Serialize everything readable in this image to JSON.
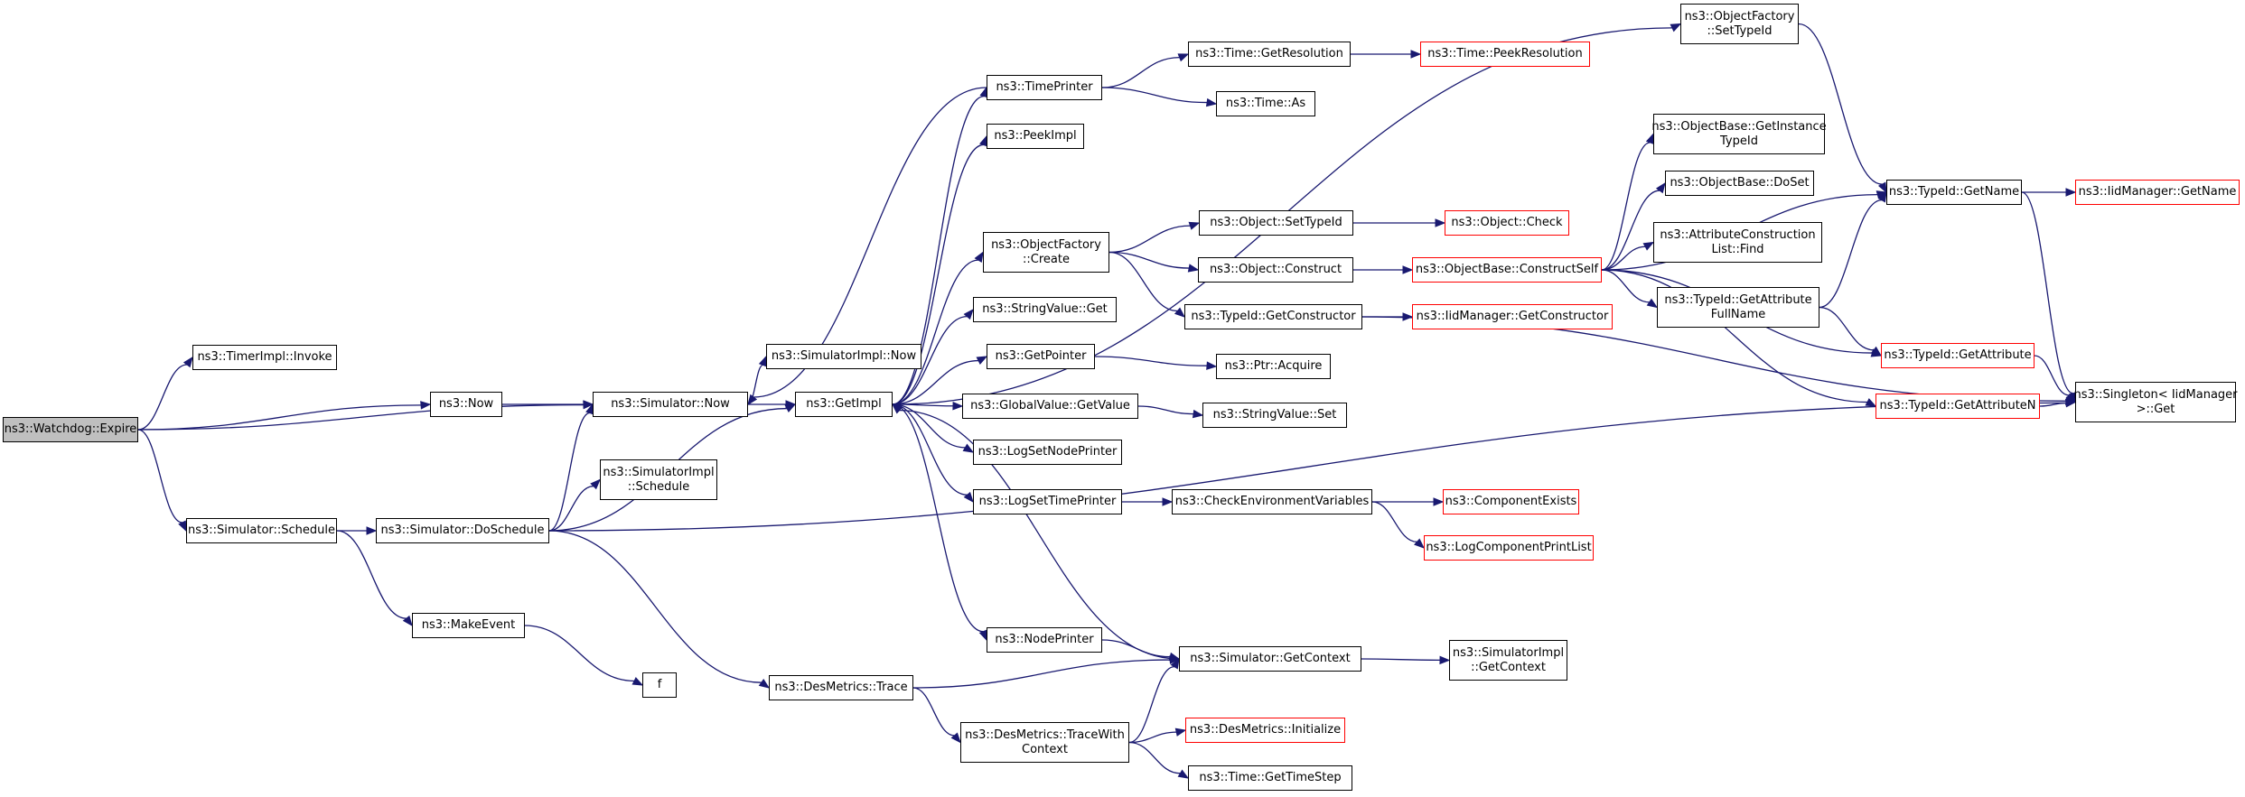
{
  "colors": {
    "edge": "#191970",
    "node_border": "#000000",
    "red_border": "#ff0000",
    "root_fill": "#bfbfbf"
  },
  "nodes": [
    {
      "id": "watchdog_expire",
      "label": [
        "ns3::Watchdog::Expire"
      ],
      "style": "root"
    },
    {
      "id": "timerimpl_invoke",
      "label": [
        "ns3::TimerImpl::Invoke"
      ],
      "style": "normal"
    },
    {
      "id": "now",
      "label": [
        "ns3::Now"
      ],
      "style": "normal"
    },
    {
      "id": "simulator_now",
      "label": [
        "ns3::Simulator::Now"
      ],
      "style": "normal"
    },
    {
      "id": "simulator_schedule",
      "label": [
        "ns3::Simulator::Schedule"
      ],
      "style": "normal"
    },
    {
      "id": "simulator_doschedule",
      "label": [
        "ns3::Simulator::DoSchedule"
      ],
      "style": "normal"
    },
    {
      "id": "makeevent",
      "label": [
        "ns3::MakeEvent"
      ],
      "style": "normal"
    },
    {
      "id": "f",
      "label": [
        "f"
      ],
      "style": "normal"
    },
    {
      "id": "simulatorimpl_now",
      "label": [
        "ns3::SimulatorImpl::Now"
      ],
      "style": "normal"
    },
    {
      "id": "simulatorimpl_schedule",
      "label": [
        "ns3::SimulatorImpl",
        "::Schedule"
      ],
      "style": "normal"
    },
    {
      "id": "getimpl",
      "label": [
        "ns3::GetImpl"
      ],
      "style": "normal"
    },
    {
      "id": "desmetrics_trace",
      "label": [
        "ns3::DesMetrics::Trace"
      ],
      "style": "normal"
    },
    {
      "id": "timeprinter",
      "label": [
        "ns3::TimePrinter"
      ],
      "style": "normal"
    },
    {
      "id": "peekimpl",
      "label": [
        "ns3::PeekImpl"
      ],
      "style": "normal"
    },
    {
      "id": "objectfactory_create",
      "label": [
        "ns3::ObjectFactory",
        "::Create"
      ],
      "style": "normal"
    },
    {
      "id": "stringvalue_get",
      "label": [
        "ns3::StringValue::Get"
      ],
      "style": "normal"
    },
    {
      "id": "getpointer",
      "label": [
        "ns3::GetPointer"
      ],
      "style": "normal"
    },
    {
      "id": "globalvalue_getvalue",
      "label": [
        "ns3::GlobalValue::GetValue"
      ],
      "style": "normal"
    },
    {
      "id": "logsetnodeprinter",
      "label": [
        "ns3::LogSetNodePrinter"
      ],
      "style": "normal"
    },
    {
      "id": "logsettimeprinter",
      "label": [
        "ns3::LogSetTimePrinter"
      ],
      "style": "normal"
    },
    {
      "id": "nodeprinter",
      "label": [
        "ns3::NodePrinter"
      ],
      "style": "normal"
    },
    {
      "id": "desmetrics_tracewithcontext",
      "label": [
        "ns3::DesMetrics::TraceWith",
        "Context"
      ],
      "style": "normal"
    },
    {
      "id": "time_getresolution",
      "label": [
        "ns3::Time::GetResolution"
      ],
      "style": "normal"
    },
    {
      "id": "time_as",
      "label": [
        "ns3::Time::As"
      ],
      "style": "normal"
    },
    {
      "id": "object_settypeid",
      "label": [
        "ns3::Object::SetTypeId"
      ],
      "style": "normal"
    },
    {
      "id": "object_construct",
      "label": [
        "ns3::Object::Construct"
      ],
      "style": "normal"
    },
    {
      "id": "typeid_getconstructor",
      "label": [
        "ns3::TypeId::GetConstructor"
      ],
      "style": "normal"
    },
    {
      "id": "ptr_acquire",
      "label": [
        "ns3::Ptr::Acquire"
      ],
      "style": "normal"
    },
    {
      "id": "stringvalue_set",
      "label": [
        "ns3::StringValue::Set"
      ],
      "style": "normal"
    },
    {
      "id": "checkenvironmentvariables",
      "label": [
        "ns3::CheckEnvironmentVariables"
      ],
      "style": "normal"
    },
    {
      "id": "simulator_getcontext",
      "label": [
        "ns3::Simulator::GetContext"
      ],
      "style": "normal"
    },
    {
      "id": "time_gettimestep",
      "label": [
        "ns3::Time::GetTimeStep"
      ],
      "style": "normal"
    },
    {
      "id": "time_peekresolution",
      "label": [
        "ns3::Time::PeekResolution"
      ],
      "style": "red"
    },
    {
      "id": "object_check",
      "label": [
        "ns3::Object::Check"
      ],
      "style": "red"
    },
    {
      "id": "objectbase_constructself",
      "label": [
        "ns3::ObjectBase::ConstructSelf"
      ],
      "style": "red"
    },
    {
      "id": "iidmanager_getconstructor",
      "label": [
        "ns3::IidManager::GetConstructor"
      ],
      "style": "red"
    },
    {
      "id": "componentexists",
      "label": [
        "ns3::ComponentExists"
      ],
      "style": "red"
    },
    {
      "id": "logcomponentprintlist",
      "label": [
        "ns3::LogComponentPrintList"
      ],
      "style": "red"
    },
    {
      "id": "desmetrics_initialize",
      "label": [
        "ns3::DesMetrics::Initialize"
      ],
      "style": "red"
    },
    {
      "id": "simulatorimpl_getcontext",
      "label": [
        "ns3::SimulatorImpl",
        "::GetContext"
      ],
      "style": "normal"
    },
    {
      "id": "objectfactory_settypeid",
      "label": [
        "ns3::ObjectFactory",
        "::SetTypeId"
      ],
      "style": "normal"
    },
    {
      "id": "objectbase_getinstancetypeid",
      "label": [
        "ns3::ObjectBase::GetInstance",
        "TypeId"
      ],
      "style": "normal"
    },
    {
      "id": "objectbase_doset",
      "label": [
        "ns3::ObjectBase::DoSet"
      ],
      "style": "normal"
    },
    {
      "id": "attributeconstructionlist_find",
      "label": [
        "ns3::AttributeConstruction",
        "List::Find"
      ],
      "style": "normal"
    },
    {
      "id": "typeid_getattributefullname",
      "label": [
        "ns3::TypeId::GetAttribute",
        "FullName"
      ],
      "style": "normal"
    },
    {
      "id": "typeid_getattribute",
      "label": [
        "ns3::TypeId::GetAttribute"
      ],
      "style": "red"
    },
    {
      "id": "typeid_getattributen",
      "label": [
        "ns3::TypeId::GetAttributeN"
      ],
      "style": "red"
    },
    {
      "id": "typeid_getname",
      "label": [
        "ns3::TypeId::GetName"
      ],
      "style": "normal"
    },
    {
      "id": "iidmanager_getname",
      "label": [
        "ns3::IidManager::GetName"
      ],
      "style": "red"
    },
    {
      "id": "singleton_get",
      "label": [
        "ns3::Singleton< IidManager",
        ">::Get"
      ],
      "style": "normal"
    }
  ],
  "edges": [
    [
      "watchdog_expire",
      "timerimpl_invoke"
    ],
    [
      "watchdog_expire",
      "now"
    ],
    [
      "watchdog_expire",
      "simulator_now"
    ],
    [
      "watchdog_expire",
      "simulator_schedule"
    ],
    [
      "now",
      "simulator_now"
    ],
    [
      "simulator_now",
      "simulatorimpl_now"
    ],
    [
      "simulator_now",
      "getimpl"
    ],
    [
      "simulator_schedule",
      "simulator_doschedule"
    ],
    [
      "simulator_schedule",
      "makeevent"
    ],
    [
      "makeevent",
      "f"
    ],
    [
      "simulator_doschedule",
      "simulator_now"
    ],
    [
      "simulator_doschedule",
      "simulatorimpl_schedule"
    ],
    [
      "simulator_doschedule",
      "getimpl"
    ],
    [
      "simulator_doschedule",
      "desmetrics_trace"
    ],
    [
      "simulator_doschedule",
      "singleton_get"
    ],
    [
      "getimpl",
      "timeprinter"
    ],
    [
      "getimpl",
      "peekimpl"
    ],
    [
      "getimpl",
      "objectfactory_create"
    ],
    [
      "getimpl",
      "stringvalue_get"
    ],
    [
      "getimpl",
      "getpointer"
    ],
    [
      "getimpl",
      "globalvalue_getvalue"
    ],
    [
      "getimpl",
      "logsetnodeprinter"
    ],
    [
      "getimpl",
      "logsettimeprinter"
    ],
    [
      "getimpl",
      "nodeprinter"
    ],
    [
      "getimpl",
      "objectfactory_settypeid"
    ],
    [
      "timeprinter",
      "simulator_now"
    ],
    [
      "timeprinter",
      "time_getresolution"
    ],
    [
      "timeprinter",
      "time_as"
    ],
    [
      "time_getresolution",
      "time_peekresolution"
    ],
    [
      "objectfactory_create",
      "object_settypeid"
    ],
    [
      "objectfactory_create",
      "object_construct"
    ],
    [
      "objectfactory_create",
      "typeid_getconstructor"
    ],
    [
      "object_settypeid",
      "object_check"
    ],
    [
      "object_construct",
      "objectbase_constructself"
    ],
    [
      "typeid_getconstructor",
      "iidmanager_getconstructor"
    ],
    [
      "typeid_getconstructor",
      "singleton_get"
    ],
    [
      "getpointer",
      "ptr_acquire"
    ],
    [
      "globalvalue_getvalue",
      "stringvalue_set"
    ],
    [
      "logsettimeprinter",
      "checkenvironmentvariables"
    ],
    [
      "checkenvironmentvariables",
      "componentexists"
    ],
    [
      "checkenvironmentvariables",
      "logcomponentprintlist"
    ],
    [
      "nodeprinter",
      "simulator_getcontext"
    ],
    [
      "simulator_getcontext",
      "getimpl"
    ],
    [
      "simulator_getcontext",
      "simulatorimpl_getcontext"
    ],
    [
      "desmetrics_trace",
      "simulator_getcontext"
    ],
    [
      "desmetrics_trace",
      "desmetrics_tracewithcontext"
    ],
    [
      "desmetrics_tracewithcontext",
      "simulator_getcontext"
    ],
    [
      "desmetrics_tracewithcontext",
      "desmetrics_initialize"
    ],
    [
      "desmetrics_tracewithcontext",
      "time_gettimestep"
    ],
    [
      "objectfactory_settypeid",
      "typeid_getname"
    ],
    [
      "objectbase_constructself",
      "typeid_getname"
    ],
    [
      "objectbase_constructself",
      "objectbase_getinstancetypeid"
    ],
    [
      "objectbase_constructself",
      "objectbase_doset"
    ],
    [
      "objectbase_constructself",
      "attributeconstructionlist_find"
    ],
    [
      "objectbase_constructself",
      "typeid_getattributefullname"
    ],
    [
      "objectbase_constructself",
      "typeid_getattribute"
    ],
    [
      "objectbase_constructself",
      "typeid_getattributen"
    ],
    [
      "typeid_getattributefullname",
      "typeid_getname"
    ],
    [
      "typeid_getattributefullname",
      "typeid_getattribute"
    ],
    [
      "typeid_getname",
      "iidmanager_getname"
    ],
    [
      "typeid_getname",
      "singleton_get"
    ],
    [
      "typeid_getattribute",
      "singleton_get"
    ],
    [
      "typeid_getattributen",
      "singleton_get"
    ]
  ]
}
